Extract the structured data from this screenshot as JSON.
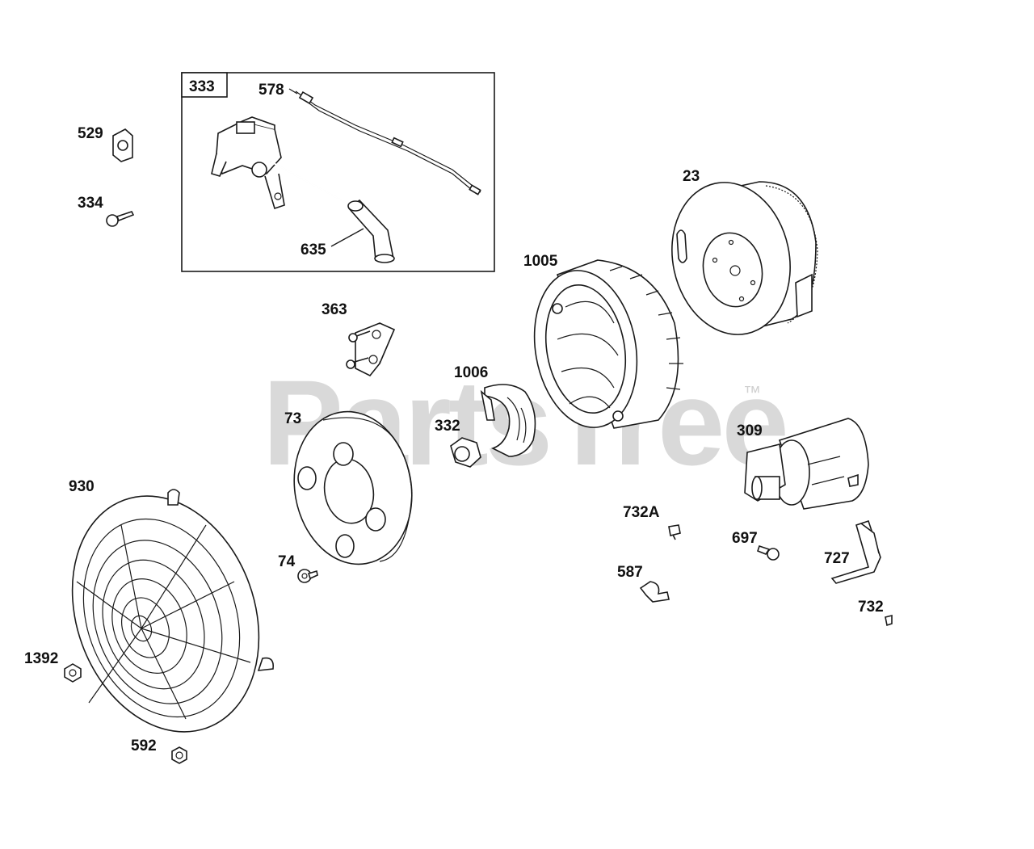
{
  "watermark": {
    "text": "PartsTree",
    "mark": "™"
  },
  "callouts": [
    {
      "id": "c333",
      "text": "333"
    },
    {
      "id": "c578",
      "text": "578"
    },
    {
      "id": "c635",
      "text": "635"
    },
    {
      "id": "c529",
      "text": "529"
    },
    {
      "id": "c334",
      "text": "334"
    },
    {
      "id": "c23",
      "text": "23"
    },
    {
      "id": "c1005",
      "text": "1005"
    },
    {
      "id": "c363",
      "text": "363"
    },
    {
      "id": "c1006",
      "text": "1006"
    },
    {
      "id": "c73",
      "text": "73"
    },
    {
      "id": "c332",
      "text": "332"
    },
    {
      "id": "c309",
      "text": "309"
    },
    {
      "id": "c930",
      "text": "930"
    },
    {
      "id": "c732A",
      "text": "732A"
    },
    {
      "id": "c697",
      "text": "697"
    },
    {
      "id": "c727",
      "text": "727"
    },
    {
      "id": "c74",
      "text": "74"
    },
    {
      "id": "c587",
      "text": "587"
    },
    {
      "id": "c732",
      "text": "732"
    },
    {
      "id": "c1392",
      "text": "1392"
    },
    {
      "id": "c592",
      "text": "592"
    }
  ],
  "labels": {
    "l333": "333",
    "l578": "578",
    "l635": "635",
    "l529": "529",
    "l334": "334",
    "l23": "23",
    "l1005": "1005",
    "l363": "363",
    "l1006": "1006",
    "l73": "73",
    "l332": "332",
    "l309": "309",
    "l930": "930",
    "l732A": "732A",
    "l697": "697",
    "l727": "727",
    "l74": "74",
    "l587": "587",
    "l732": "732",
    "l1392": "1392",
    "l592": "592"
  }
}
